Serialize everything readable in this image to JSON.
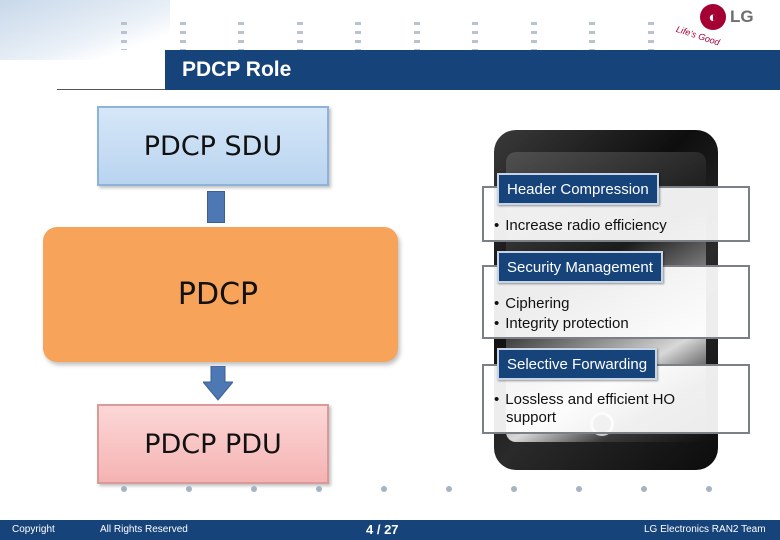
{
  "header": {
    "logo_text": "LG",
    "logo_slogan": "Life's Good",
    "title": "PDCP Role"
  },
  "diagram": {
    "input_label": "PDCP SDU",
    "process_label": "PDCP",
    "output_label": "PDCP PDU"
  },
  "features": [
    {
      "label": "Header Compression",
      "bullets": [
        "Increase radio efficiency"
      ]
    },
    {
      "label": "Security Management",
      "bullets": [
        "Ciphering",
        "Integrity protection"
      ]
    },
    {
      "label": "Selective Forwarding",
      "bullets": [
        "Lossless and efficient HO support"
      ]
    }
  ],
  "footer": {
    "copyright": "Copyright",
    "rights": "All Rights Reserved",
    "page": "4 / 27",
    "team": "LG Electronics RAN2 Team"
  },
  "colors": {
    "brand_navy": "#17437b",
    "lg_red": "#a50034",
    "process_orange": "#f7a35a"
  }
}
